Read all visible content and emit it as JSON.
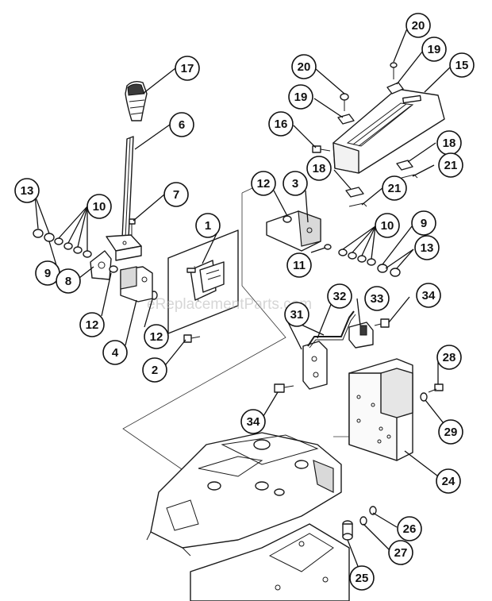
{
  "watermark": "eReplacementParts.com",
  "callouts": [
    {
      "id": "c17",
      "label": "17"
    },
    {
      "id": "c6",
      "label": "6"
    },
    {
      "id": "c7",
      "label": "7"
    },
    {
      "id": "c13a",
      "label": "13"
    },
    {
      "id": "c10a",
      "label": "10"
    },
    {
      "id": "c9a",
      "label": "9"
    },
    {
      "id": "c8",
      "label": "8"
    },
    {
      "id": "c12a",
      "label": "12"
    },
    {
      "id": "c4",
      "label": "4"
    },
    {
      "id": "c12b",
      "label": "12"
    },
    {
      "id": "c1",
      "label": "1"
    },
    {
      "id": "c2",
      "label": "2"
    },
    {
      "id": "c12c",
      "label": "12"
    },
    {
      "id": "c3",
      "label": "3"
    },
    {
      "id": "c11",
      "label": "11"
    },
    {
      "id": "c10b",
      "label": "10"
    },
    {
      "id": "c9b",
      "label": "9"
    },
    {
      "id": "c13b",
      "label": "13"
    },
    {
      "id": "c20a",
      "label": "20"
    },
    {
      "id": "c20b",
      "label": "20"
    },
    {
      "id": "c19a",
      "label": "19"
    },
    {
      "id": "c19b",
      "label": "19"
    },
    {
      "id": "c15",
      "label": "15"
    },
    {
      "id": "c16",
      "label": "16"
    },
    {
      "id": "c18a",
      "label": "18"
    },
    {
      "id": "c18b",
      "label": "18"
    },
    {
      "id": "c21a",
      "label": "21"
    },
    {
      "id": "c21b",
      "label": "21"
    },
    {
      "id": "c32",
      "label": "32"
    },
    {
      "id": "c33",
      "label": "33"
    },
    {
      "id": "c34a",
      "label": "34"
    },
    {
      "id": "c31",
      "label": "31"
    },
    {
      "id": "c34b",
      "label": "34"
    },
    {
      "id": "c28",
      "label": "28"
    },
    {
      "id": "c29",
      "label": "29"
    },
    {
      "id": "c24",
      "label": "24"
    },
    {
      "id": "c26",
      "label": "26"
    },
    {
      "id": "c27",
      "label": "27"
    },
    {
      "id": "c25",
      "label": "25"
    }
  ]
}
